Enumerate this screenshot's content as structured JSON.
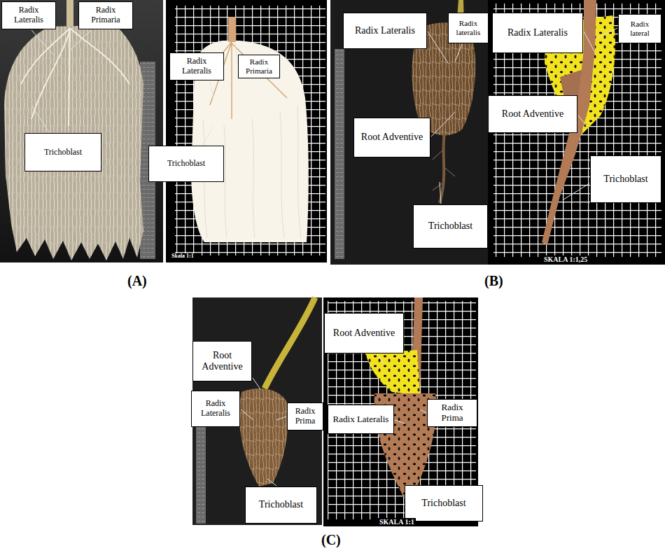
{
  "diagram": {
    "nodes": [
      {
        "text": [
          "Radix Lateralis"
        ]
      },
      {
        "text": [
          "Radix Primaria"
        ]
      },
      {
        "text": [
          "Trichoblast"
        ]
      },
      {
        "text": [
          "Radix Lateralis"
        ]
      },
      {
        "text": [
          "Radix Primaria"
        ]
      },
      {
        "text": [
          "Trichoblast"
        ]
      },
      {
        "text": [
          "Radix Lateralis"
        ]
      },
      {
        "text": [
          "Radix lateralis"
        ]
      },
      {
        "text": [
          "Root Adventive"
        ]
      },
      {
        "text": [
          "Trichoblast"
        ]
      },
      {
        "text": [
          "Radix Lateralis"
        ]
      },
      {
        "text": [
          "Radix lateral"
        ]
      },
      {
        "text": [
          "Root Adventive"
        ]
      },
      {
        "text": [
          "Trichoblast"
        ]
      },
      {
        "text": [
          "Root Adventive"
        ]
      },
      {
        "text": [
          "Radix Lateralis"
        ]
      },
      {
        "text": [
          "Radix Prima"
        ]
      },
      {
        "text": [
          "Trichoblast"
        ]
      },
      {
        "text": [
          "Root Adventive"
        ]
      },
      {
        "text": [
          "Radix Lateralis"
        ]
      },
      {
        "text": [
          "Radix Prima"
        ]
      },
      {
        "text": [
          "Trichoblast"
        ]
      }
    ],
    "labels": [
      "(A)",
      "(B)",
      "(C)",
      "Skala 1:1",
      "SKALA 1:1,25",
      "SKALA 1:1"
    ]
  }
}
